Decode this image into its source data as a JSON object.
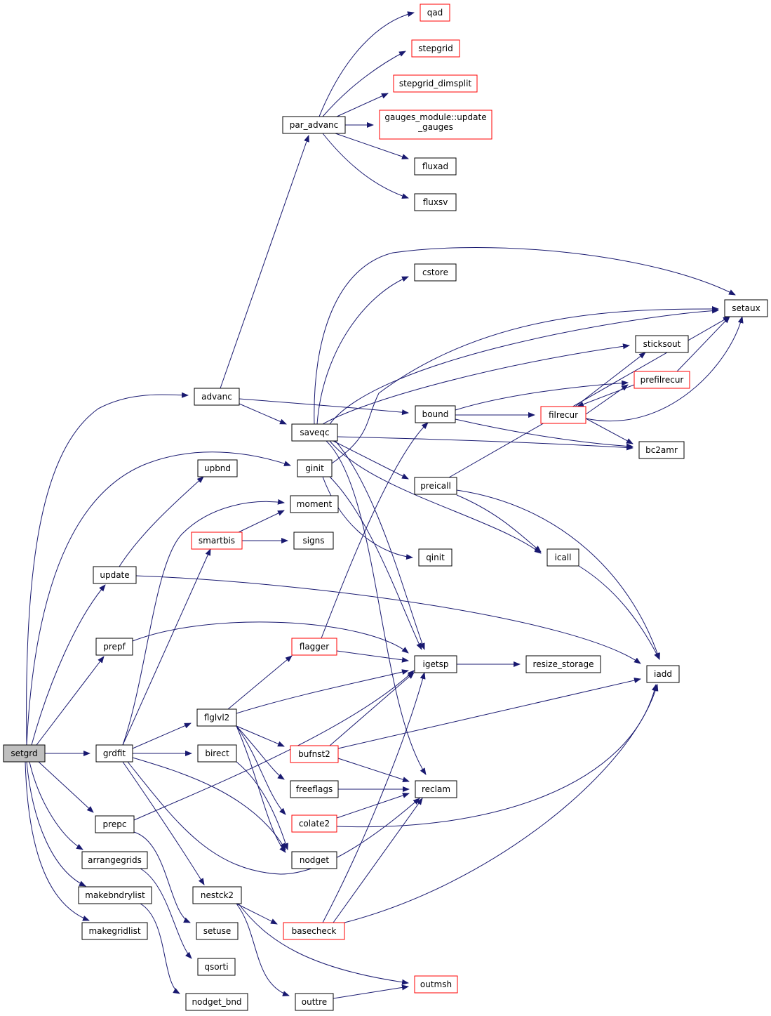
{
  "colors": {
    "edge": "#191970",
    "truncated_border": "#ff0000",
    "root_fill": "#bfbfbf"
  },
  "nodes": {
    "setgrd": "setgrd",
    "advanc": "advanc",
    "par_advanc": "par_advanc",
    "qad": "qad",
    "stepgrid": "stepgrid",
    "stepgrid_dimsplit": "stepgrid_dimsplit",
    "update_gauges_1": "gauges_module::update",
    "update_gauges_2": "_gauges",
    "fluxad": "fluxad",
    "fluxsv": "fluxsv",
    "cstore": "cstore",
    "setaux": "setaux",
    "sticksout": "sticksout",
    "prefilrecur": "prefilrecur",
    "bound": "bound",
    "filrecur": "filrecur",
    "saveqc": "saveqc",
    "bc2amr": "bc2amr",
    "ginit": "ginit",
    "upbnd": "upbnd",
    "preicall": "preicall",
    "moment": "moment",
    "smartbis": "smartbis",
    "signs": "signs",
    "qinit": "qinit",
    "icall": "icall",
    "update": "update",
    "prepf": "prepf",
    "flagger": "flagger",
    "igetsp": "igetsp",
    "resize_storage": "resize_storage",
    "iadd": "iadd",
    "flglvl2": "flglvl2",
    "grdfit": "grdfit",
    "birect": "birect",
    "bufnst2": "bufnst2",
    "freeflags": "freeflags",
    "reclam": "reclam",
    "colate2": "colate2",
    "prepc": "prepc",
    "arrangegrids": "arrangegrids",
    "nodget": "nodget",
    "nestck2": "nestck2",
    "makebndrylist": "makebndrylist",
    "basecheck": "basecheck",
    "setuse": "setuse",
    "makegridlist": "makegridlist",
    "qsorti": "qsorti",
    "outmsh": "outmsh",
    "nodget_bnd": "nodget_bnd",
    "outtre": "outtre"
  }
}
